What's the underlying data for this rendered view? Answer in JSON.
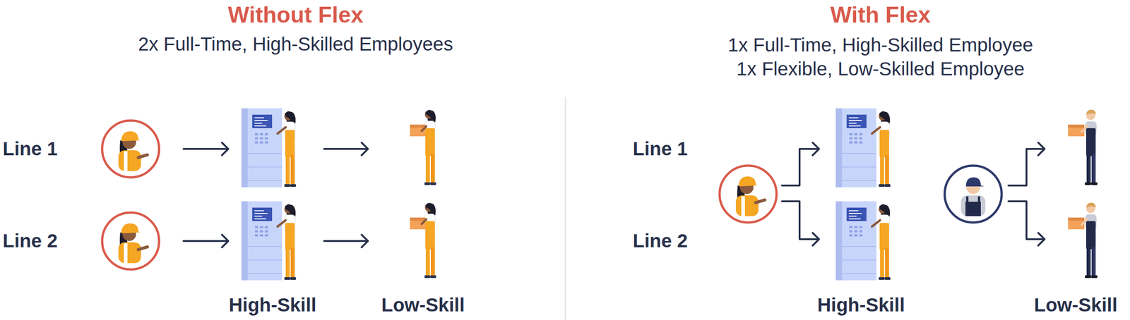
{
  "diagram": {
    "labels": [
      "Without Flex",
      "2x Full-Time, High-Skilled Employees",
      "Line 1",
      "Line 2",
      "High-Skill",
      "Low-Skill",
      "With Flex",
      "1x Full-Time, High-Skilled Employee",
      "1x Flexible, Low-Skilled Employee",
      "Line 1",
      "Line 2",
      "High-Skill",
      "Low-Skill"
    ]
  }
}
